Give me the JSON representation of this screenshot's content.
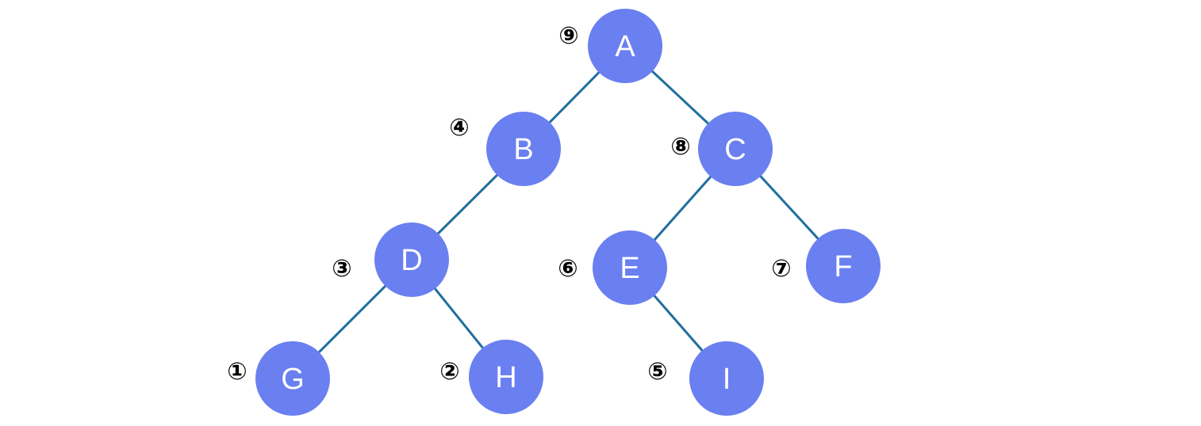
{
  "diagram": {
    "nodes": [
      {
        "id": "A",
        "label": "A",
        "order": "⑨"
      },
      {
        "id": "B",
        "label": "B",
        "order": "④"
      },
      {
        "id": "C",
        "label": "C",
        "order": "⑧"
      },
      {
        "id": "D",
        "label": "D",
        "order": "③"
      },
      {
        "id": "E",
        "label": "E",
        "order": "⑥"
      },
      {
        "id": "F",
        "label": "F",
        "order": "⑦"
      },
      {
        "id": "G",
        "label": "G",
        "order": "①"
      },
      {
        "id": "H",
        "label": "H",
        "order": "②"
      },
      {
        "id": "I",
        "label": "I",
        "order": "⑤"
      }
    ],
    "edges": [
      {
        "from": "A",
        "to": "B"
      },
      {
        "from": "A",
        "to": "C"
      },
      {
        "from": "B",
        "to": "D"
      },
      {
        "from": "C",
        "to": "E"
      },
      {
        "from": "C",
        "to": "F"
      },
      {
        "from": "D",
        "to": "G"
      },
      {
        "from": "D",
        "to": "H"
      },
      {
        "from": "E",
        "to": "I"
      }
    ],
    "colors": {
      "node_fill": "#6a7ff0",
      "edge": "#1f6f9c",
      "label": "#ffffff"
    }
  }
}
